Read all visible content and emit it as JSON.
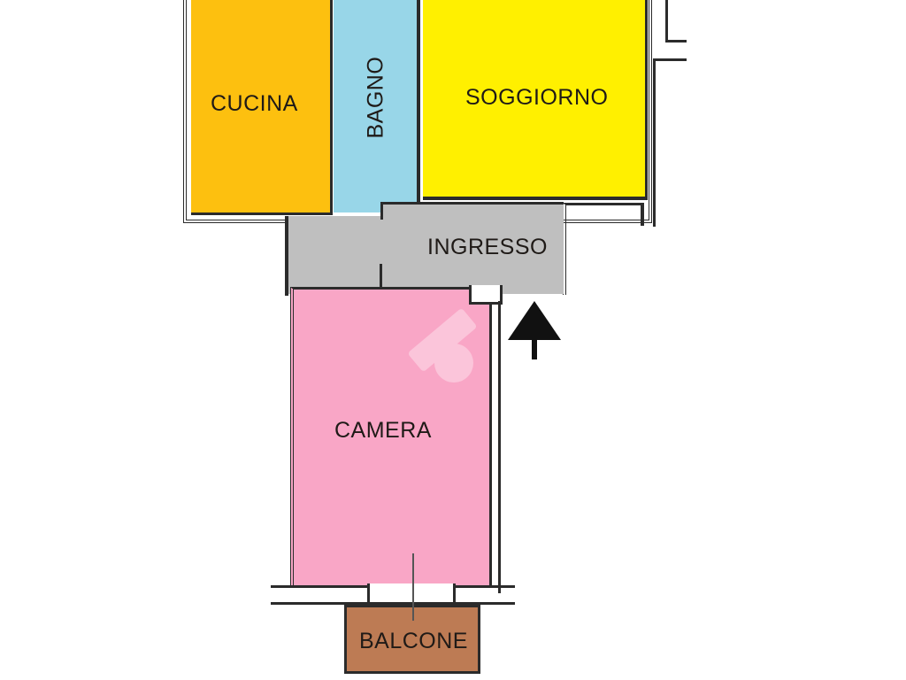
{
  "floorplan": {
    "rooms": [
      {
        "id": "cucina",
        "label": "CUCINA",
        "color": "#FDC00F"
      },
      {
        "id": "bagno",
        "label": "BAGNO",
        "color": "#98D6E8"
      },
      {
        "id": "soggiorno",
        "label": "SOGGIORNO",
        "color": "#FFF000"
      },
      {
        "id": "ingresso",
        "label": "INGRESSO",
        "color": "#BFBFBF"
      },
      {
        "id": "camera",
        "label": "CAMERA",
        "color": "#F9A6C6"
      },
      {
        "id": "balcone",
        "label": "BALCONE",
        "color": "#BD7B54"
      }
    ],
    "entrance_arrow": {
      "icon": "entrance-arrow-icon",
      "direction": "up"
    },
    "watermark": {
      "icon": "watermark-logo-icon"
    }
  }
}
